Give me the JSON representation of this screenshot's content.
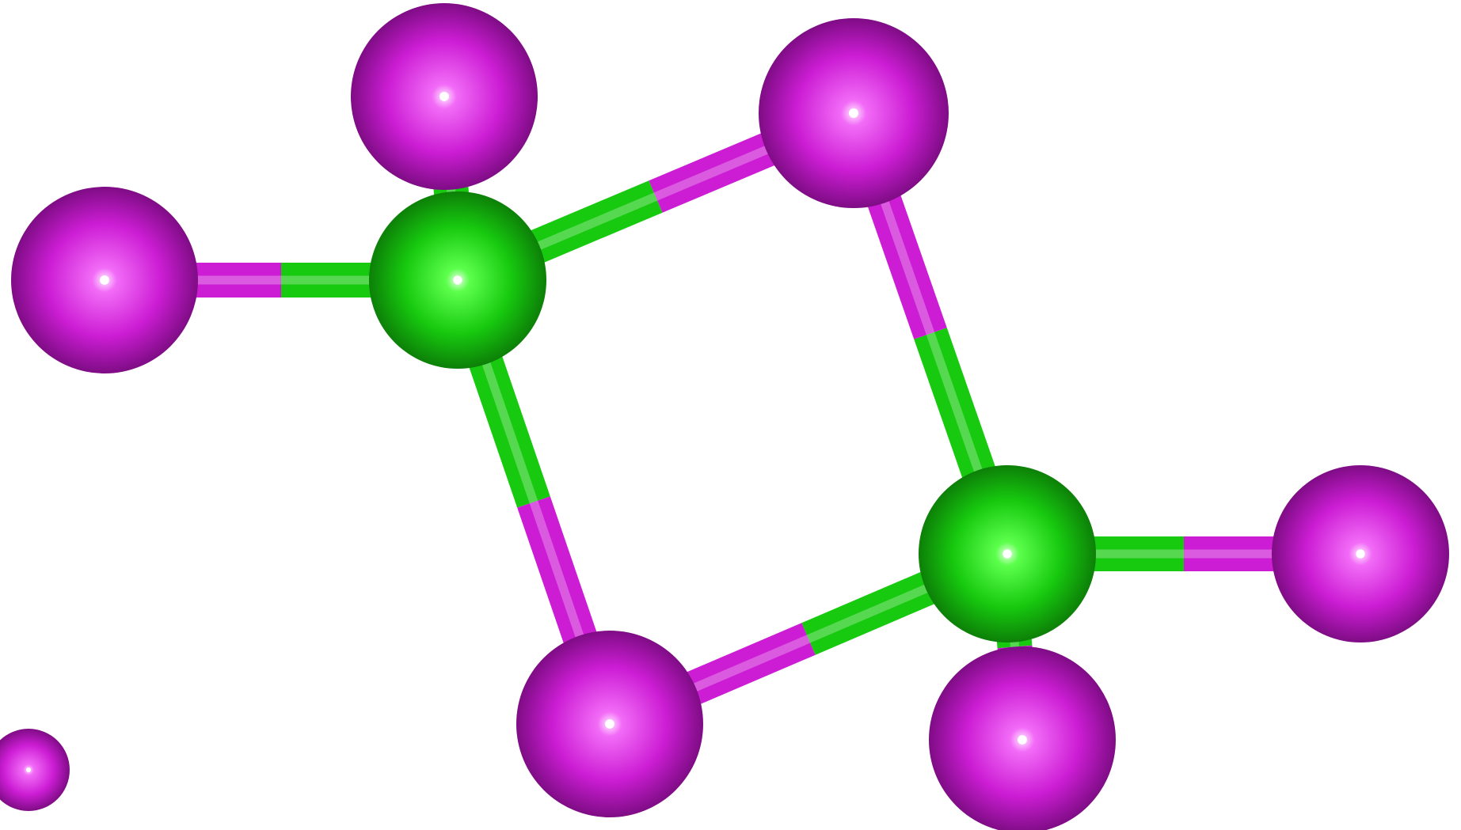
{
  "scene": {
    "background": "#ffffff",
    "colors": {
      "green_atom": "#17c90f",
      "magenta_atom": "#cc1dd4",
      "highlight": "#ffffff"
    },
    "atoms": [
      {
        "id": "green-atom-1",
        "element_color": "green"
      },
      {
        "id": "green-atom-2",
        "element_color": "green"
      },
      {
        "id": "magenta-atom-top",
        "element_color": "magenta"
      },
      {
        "id": "magenta-atom-left",
        "element_color": "magenta"
      },
      {
        "id": "magenta-atom-bridge-top",
        "element_color": "magenta"
      },
      {
        "id": "magenta-atom-bridge-bottom",
        "element_color": "magenta"
      },
      {
        "id": "magenta-atom-right",
        "element_color": "magenta"
      },
      {
        "id": "magenta-atom-bottom",
        "element_color": "magenta"
      },
      {
        "id": "magenta-atom-small",
        "element_color": "magenta"
      }
    ],
    "bonds": [
      {
        "from": "green-atom-1",
        "to": "magenta-atom-top"
      },
      {
        "from": "green-atom-1",
        "to": "magenta-atom-left"
      },
      {
        "from": "green-atom-1",
        "to": "magenta-atom-bridge-top"
      },
      {
        "from": "green-atom-1",
        "to": "magenta-atom-bridge-bottom"
      },
      {
        "from": "green-atom-2",
        "to": "magenta-atom-bridge-top"
      },
      {
        "from": "green-atom-2",
        "to": "magenta-atom-bridge-bottom"
      },
      {
        "from": "green-atom-2",
        "to": "magenta-atom-right"
      },
      {
        "from": "green-atom-2",
        "to": "magenta-atom-bottom"
      }
    ]
  }
}
